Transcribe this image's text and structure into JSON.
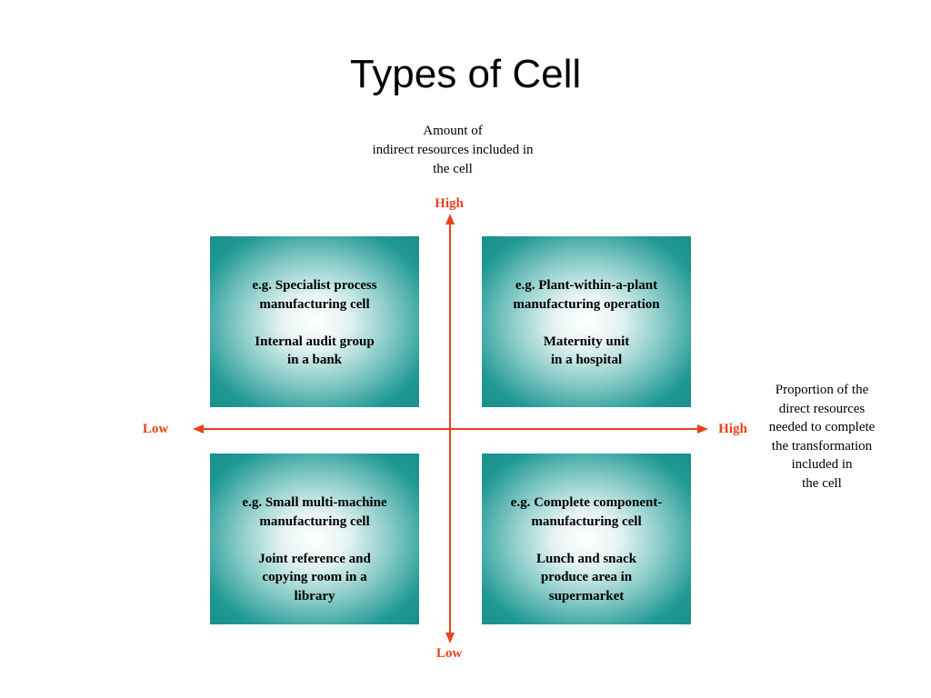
{
  "title": "Types of Cell",
  "y_axis": {
    "caption": [
      "Amount of",
      "indirect resources included in",
      "the cell"
    ],
    "high_label": "High",
    "low_label": "Low"
  },
  "x_axis": {
    "caption": [
      "Proportion of the",
      "direct resources",
      "needed to complete",
      "the transformation",
      "included in",
      "the cell"
    ],
    "low_label": "Low",
    "high_label": "High"
  },
  "quadrants": {
    "top_left": {
      "example": [
        "e.g. Specialist process",
        "manufacturing cell"
      ],
      "service": [
        "Internal audit group",
        "in a bank"
      ]
    },
    "top_right": {
      "example": [
        "e.g. Plant-within-a-plant",
        "manufacturing operation"
      ],
      "service": [
        "Maternity unit",
        "in a hospital"
      ]
    },
    "bottom_left": {
      "example": [
        "e.g. Small multi-machine",
        "manufacturing cell"
      ],
      "service": [
        "Joint reference and",
        "copying room in a",
        "library"
      ]
    },
    "bottom_right": {
      "example": [
        "e.g. Complete component-",
        "manufacturing cell"
      ],
      "service": [
        "Lunch and snack",
        "produce area in",
        "supermarket"
      ]
    }
  },
  "colors": {
    "axis": "#e8421c",
    "quadrant_edge": "#1f9894",
    "quadrant_center": "#ffffff"
  }
}
